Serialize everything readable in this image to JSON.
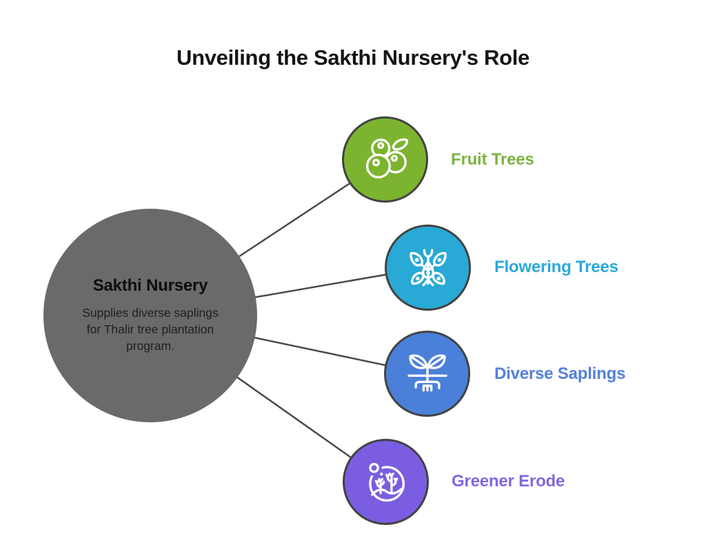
{
  "title": "Unveiling the Sakthi Nursery's Role",
  "center": {
    "title": "Sakthi Nursery",
    "description": "Supplies diverse saplings for Thalir tree plantation program.",
    "color": "#6A6A6A"
  },
  "nodes": [
    {
      "label": "Fruit Trees",
      "color": "#7CB42F",
      "label_color": "#7CB342",
      "icon": "fruit-berries-icon"
    },
    {
      "label": "Flowering Trees",
      "color": "#29A9D6",
      "label_color": "#29A9DB",
      "icon": "flowering-plant-icon"
    },
    {
      "label": "Diverse Saplings",
      "color": "#4A80D9",
      "label_color": "#5480DC",
      "icon": "sapling-roots-icon"
    },
    {
      "label": "Greener Erode",
      "color": "#7B5DE1",
      "label_color": "#8266E4",
      "icon": "greener-landscape-icon"
    }
  ],
  "connector_color": "#4A4A4A",
  "node_border_color": "#424242"
}
